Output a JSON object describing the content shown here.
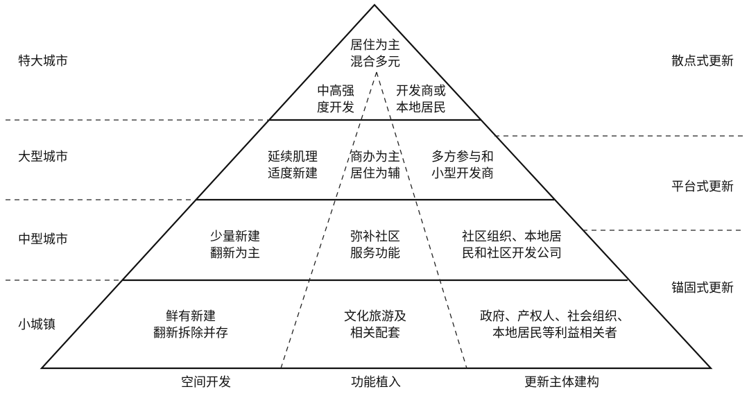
{
  "city_levels": {
    "megacity": "特大城市",
    "large_city": "大型城市",
    "medium_city": "中型城市",
    "small_town": "小城镇"
  },
  "update_modes": {
    "scattered": "散点式更新",
    "platform": "平台式更新",
    "anchored": "锚固式更新"
  },
  "columns": {
    "spatial": "空间开发",
    "function": "功能植入",
    "actors": "更新主体建构"
  },
  "tiers": {
    "megacity": {
      "function": [
        "居住为主",
        "混合多元"
      ],
      "spatial": [
        "中高强",
        "度开发"
      ],
      "actors": [
        "开发商或",
        "本地居民"
      ]
    },
    "large_city": {
      "spatial": [
        "延续肌理",
        "适度新建"
      ],
      "function": [
        "商办为主",
        "居住为辅"
      ],
      "actors": [
        "多方参与和",
        "小型开发商"
      ]
    },
    "medium_city": {
      "spatial": [
        "少量新建",
        "翻新为主"
      ],
      "function": [
        "弥补社区",
        "服务功能"
      ],
      "actors": [
        "社区组织、本地居",
        "民和社区开发公司"
      ]
    },
    "small_town": {
      "spatial": [
        "鲜有新建",
        "翻新拆除并存"
      ],
      "function": [
        "文化旅游及",
        "相关配套"
      ],
      "actors": [
        "政府、产权人、社会组织、",
        "本地居民等利益相关者"
      ]
    }
  }
}
